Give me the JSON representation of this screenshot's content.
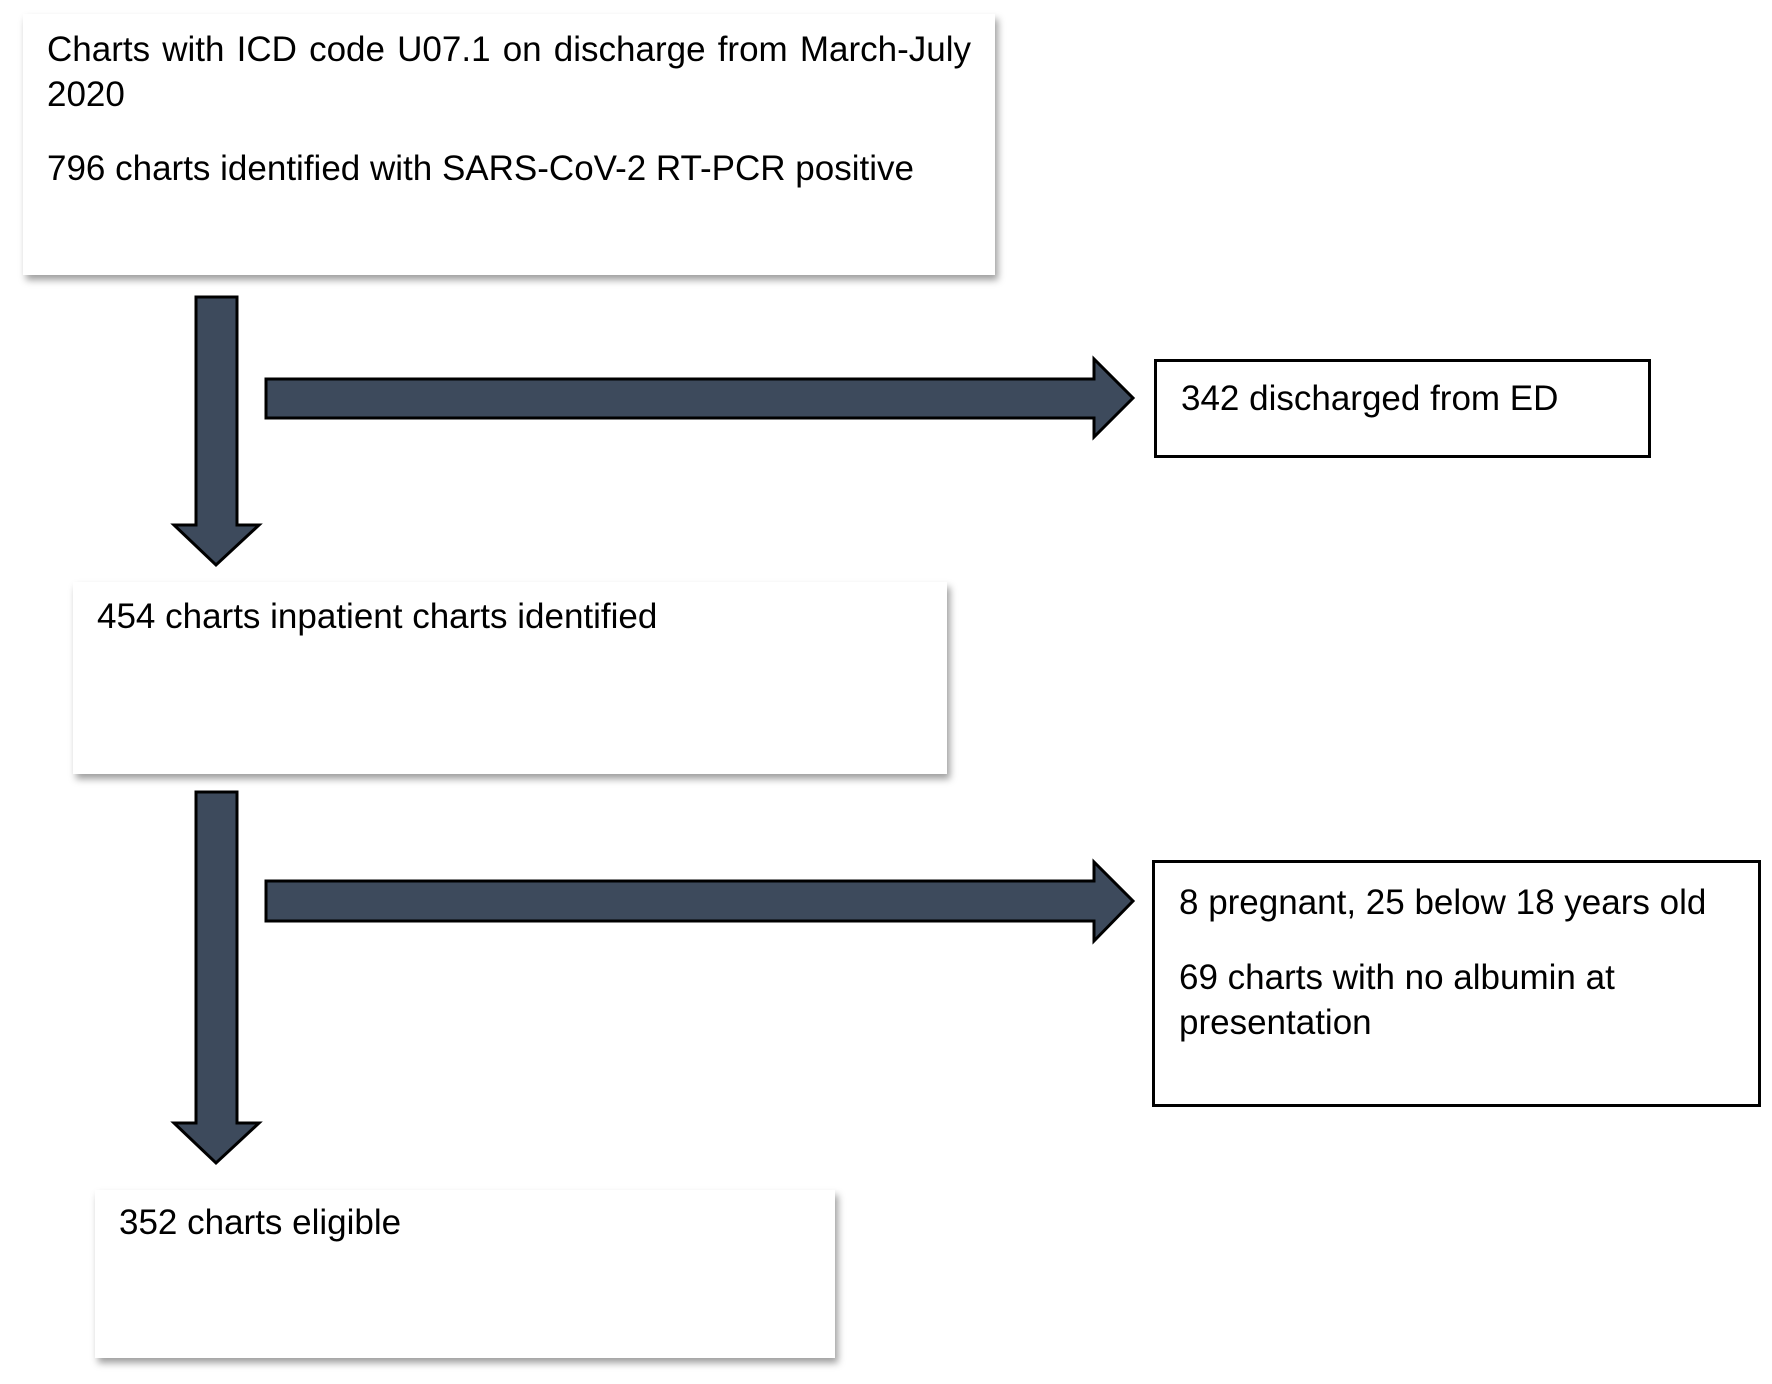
{
  "flow": {
    "start_box": {
      "line1": "Charts with ICD code U07.1 on discharge from March-July 2020",
      "line2": "796 charts identified  with SARS-CoV-2 RT-PCR positive"
    },
    "inpatient_box": {
      "text": "454 charts inpatient  charts identified"
    },
    "eligible_box": {
      "text": "352 charts eligible"
    },
    "exclusion_1": {
      "text": "342 discharged from ED"
    },
    "exclusion_2": {
      "line1": "8 pregnant, 25 below 18 years old",
      "line2": "69 charts with no albumin at presentation"
    }
  },
  "colors": {
    "arrow_fill": "#3d4a5c",
    "arrow_stroke": "#000000",
    "box_border": "#000000"
  }
}
